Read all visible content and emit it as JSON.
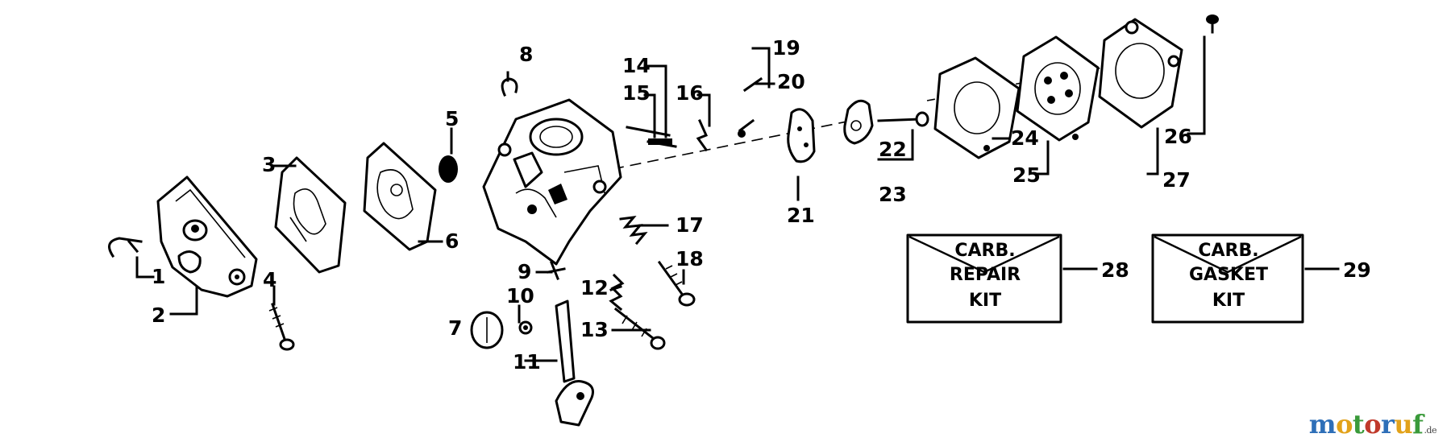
{
  "callouts": {
    "n1": "1",
    "n2": "2",
    "n3": "3",
    "n4": "4",
    "n5": "5",
    "n6": "6",
    "n7": "7",
    "n8": "8",
    "n9": "9",
    "n10": "10",
    "n11": "11",
    "n12": "12",
    "n13": "13",
    "n14": "14",
    "n15": "15",
    "n16": "16",
    "n17": "17",
    "n18": "18",
    "n19": "19",
    "n20": "20",
    "n21": "21",
    "n22": "22",
    "n23": "23",
    "n24": "24",
    "n25": "25",
    "n26": "26",
    "n27": "27",
    "n28": "28",
    "n29": "29"
  },
  "kits": {
    "repair": {
      "line1": "CARB.",
      "line2": "REPAIR",
      "line3": "KIT"
    },
    "gasket": {
      "line1": "CARB.",
      "line2": "GASKET",
      "line3": "KIT"
    }
  },
  "watermark": {
    "letters": [
      "m",
      "o",
      "t",
      "o",
      "r",
      "u",
      "f"
    ],
    "suffix": ".de",
    "colors": [
      "#2e6fb8",
      "#e2a21a",
      "#3a9a3a",
      "#c0392b",
      "#2e6fb8",
      "#e2a21a",
      "#3a9a3a"
    ]
  }
}
